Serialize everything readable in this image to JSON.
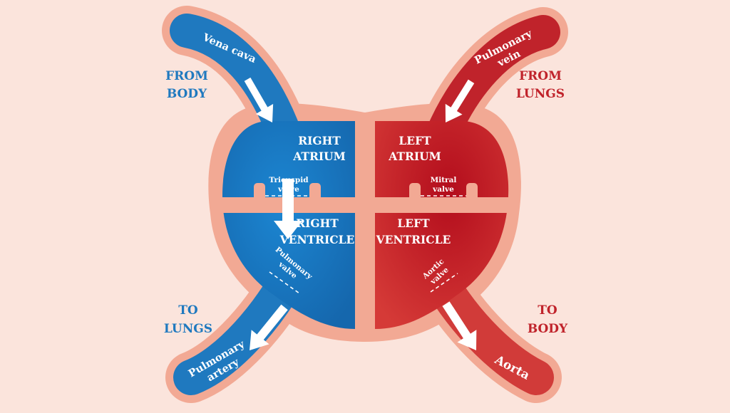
{
  "diagram": {
    "side_labels": {
      "from_body": [
        "FROM",
        "BODY"
      ],
      "from_lungs": [
        "FROM",
        "LUNGS"
      ],
      "to_lungs": [
        "TO",
        "LUNGS"
      ],
      "to_body": [
        "TO",
        "BODY"
      ]
    },
    "chambers": {
      "right_atrium": [
        "RIGHT",
        "ATRIUM"
      ],
      "right_ventricle": [
        "RIGHT",
        "VENTRICLE"
      ],
      "left_atrium": [
        "LEFT",
        "ATRIUM"
      ],
      "left_ventricle": [
        "LEFT",
        "VENTRICLE"
      ]
    },
    "vessels": {
      "vena_cava": "Vena cava",
      "pulmonary_vein": [
        "Pulmonary",
        "vein"
      ],
      "pulmonary_artery": [
        "Pulmonary",
        "artery"
      ],
      "aorta": "Aorta"
    },
    "valves": {
      "tricuspid": [
        "Tricuspid",
        "valve"
      ],
      "mitral": [
        "Mitral",
        "valve"
      ],
      "pulmonary": [
        "Pulmonary",
        "valve"
      ],
      "aortic": [
        "Aortic",
        "valve"
      ]
    },
    "colors": {
      "background": "#fbe4dc",
      "outline": "#f2a994",
      "deoxygenated": "#1f79bf",
      "oxygenated": "#c0232b"
    }
  }
}
